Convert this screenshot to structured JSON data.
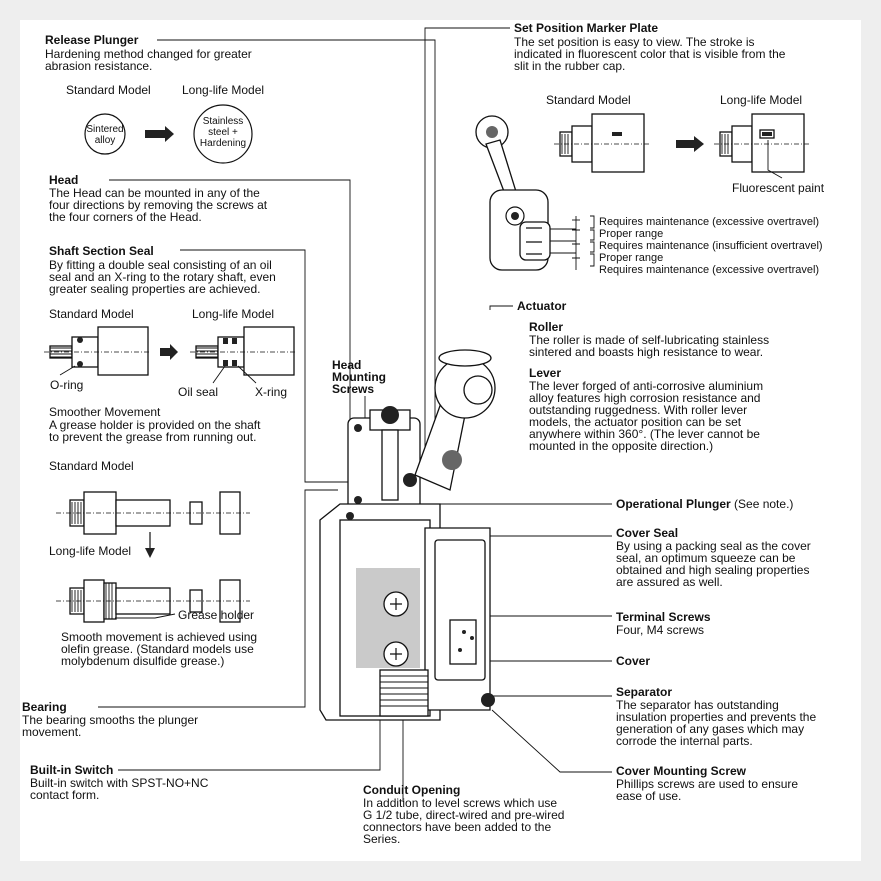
{
  "release_plunger": {
    "title": "Release Plunger",
    "lines": [
      "Hardening method changed for greater",
      "abrasion resistance."
    ],
    "standard_label": "Standard Model",
    "longlife_label": "Long-life Model",
    "standard_material": [
      "Sintered",
      "alloy"
    ],
    "longlife_material": [
      "Stainless",
      "steel +",
      "Hardening"
    ]
  },
  "head": {
    "title": "Head",
    "lines": [
      "The Head can be mounted in any of the",
      "four directions by removing the screws at",
      "the four corners of the Head."
    ]
  },
  "shaft_seal": {
    "title": "Shaft Section Seal",
    "lines": [
      "By fitting a double seal consisting of an oil",
      "seal and an X-ring to the rotary shaft, even",
      "greater sealing properties are achieved."
    ],
    "standard_label": "Standard Model",
    "longlife_label": "Long-life Model",
    "oring": "O-ring",
    "oilseal": "Oil seal",
    "xring": "X-ring"
  },
  "smoother": {
    "title": "Smoother Movement",
    "lines": [
      "A grease holder is provided on the shaft",
      "to prevent the grease from running out."
    ],
    "standard_label": "Standard Model",
    "longlife_label": "Long-life Model",
    "grease_holder": "Grease holder",
    "bottom_lines": [
      "Smooth movement is achieved using",
      "olefin grease. (Standard models use",
      "molybdenum disulfide grease.)"
    ]
  },
  "bearing": {
    "title": "Bearing",
    "lines": [
      "The bearing smooths the plunger",
      "movement."
    ]
  },
  "builtin_switch": {
    "title": "Built-in Switch",
    "lines": [
      "Built-in switch with SPST-NO+NC",
      "contact form."
    ]
  },
  "conduit": {
    "title": "Conduit Opening",
    "lines": [
      "In addition to level screws which use",
      "G 1/2 tube, direct-wired and pre-wired",
      "connectors have been added to the",
      "Series."
    ]
  },
  "head_mounting": {
    "lines": [
      "Head",
      "Mounting",
      "Screws"
    ]
  },
  "set_position": {
    "title": "Set Position Marker Plate",
    "lines": [
      "The set position is easy to view. The stroke is",
      "indicated in fluorescent color that is visible from the",
      "slit in the rubber cap."
    ],
    "standard_label": "Standard Model",
    "longlife_label": "Long-life Model",
    "fluorescent": "Fluorescent paint",
    "ranges": [
      "Requires maintenance (excessive overtravel)",
      "Proper range",
      "Requires maintenance (insufficient overtravel)",
      "Proper range",
      "Requires maintenance (excessive overtravel)"
    ]
  },
  "actuator": {
    "title": "Actuator",
    "roller_title": "Roller",
    "roller_lines": [
      "The roller is made of self-lubricating stainless",
      "sintered and boasts high resistance to wear."
    ],
    "lever_title": "Lever",
    "lever_lines": [
      "The lever forged of anti-corrosive aluminium",
      "alloy features high corrosion resistance and",
      "outstanding ruggedness. With roller lever",
      "models, the actuator position can be set",
      "anywhere within 360°. (The lever cannot be",
      "mounted in the opposite direction.)"
    ]
  },
  "operational_plunger": {
    "title": "Operational Plunger",
    "note": "(See note.)"
  },
  "cover_seal": {
    "title": "Cover Seal",
    "lines": [
      "By using a packing seal as the cover",
      "seal, an optimum squeeze can be",
      "obtained and high sealing properties",
      "are assured as well."
    ]
  },
  "terminal_screws": {
    "title": "Terminal Screws",
    "lines": [
      "Four, M4 screws"
    ]
  },
  "cover": {
    "title": "Cover"
  },
  "separator": {
    "title": "Separator",
    "lines": [
      "The separator has outstanding",
      "insulation properties and prevents the",
      "generation of any gases which may",
      "corrode the internal parts."
    ]
  },
  "cover_screw": {
    "title": "Cover Mounting Screw",
    "lines": [
      "Phillips screws are used to ensure",
      "ease of use."
    ]
  }
}
